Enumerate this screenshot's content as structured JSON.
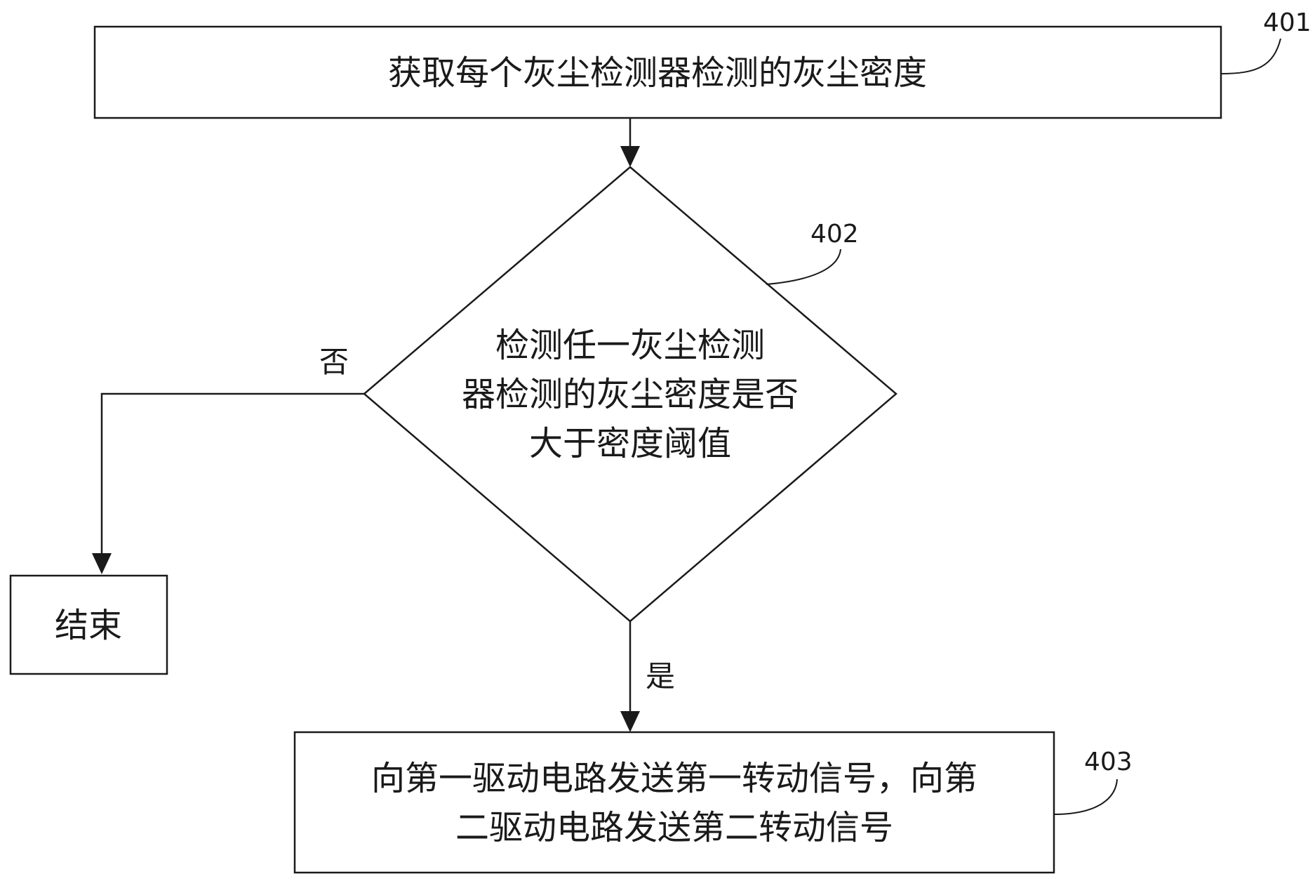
{
  "diagram": {
    "nodes": {
      "step401": {
        "ref": "401",
        "text": "获取每个灰尘检测器检测的灰尘密度"
      },
      "decision402": {
        "ref": "402",
        "lines": [
          "检测任一灰尘检测",
          "器检测的灰尘密度是否",
          "大于密度阈值"
        ]
      },
      "end": {
        "text": "结束"
      },
      "step403": {
        "ref": "403",
        "lines": [
          "向第一驱动电路发送第一转动信号，向第",
          "二驱动电路发送第二转动信号"
        ]
      }
    },
    "edges": {
      "no_label": "否",
      "yes_label": "是"
    },
    "colors": {
      "stroke": "#1a1a1a",
      "background": "#ffffff"
    }
  }
}
